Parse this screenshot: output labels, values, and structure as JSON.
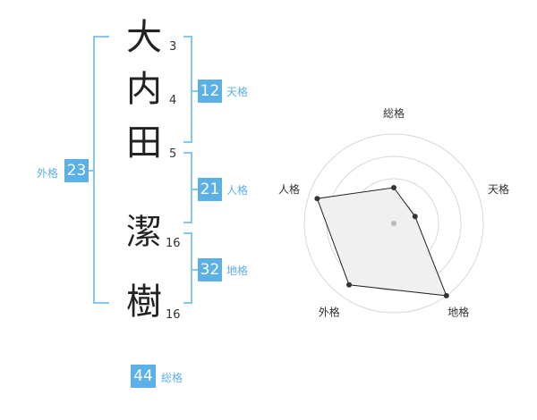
{
  "name": {
    "chars": [
      {
        "char": "大",
        "strokes": "3"
      },
      {
        "char": "内",
        "strokes": "4"
      },
      {
        "char": "田",
        "strokes": "5"
      },
      {
        "char": "潔",
        "strokes": "16"
      },
      {
        "char": "樹",
        "strokes": "16"
      }
    ]
  },
  "kakusu": {
    "tenkaku": {
      "value": "12",
      "label": "天格"
    },
    "jinkaku": {
      "value": "21",
      "label": "人格"
    },
    "chikaku": {
      "value": "32",
      "label": "地格"
    },
    "gaikaku": {
      "value": "23",
      "label": "外格"
    },
    "soukaku": {
      "value": "44",
      "label": "総格"
    }
  },
  "colors": {
    "accent": "#5bb0e6",
    "bracket": "#87c6ef",
    "grid": "#d8d8d8",
    "fill": "#f0f0f0"
  },
  "chart_data": {
    "type": "radar",
    "axes": [
      "総格",
      "天格",
      "地格",
      "外格",
      "人格"
    ],
    "values": [
      0.4,
      0.25,
      1.0,
      0.85,
      0.9
    ],
    "rings": 4,
    "range": [
      0,
      1
    ]
  }
}
